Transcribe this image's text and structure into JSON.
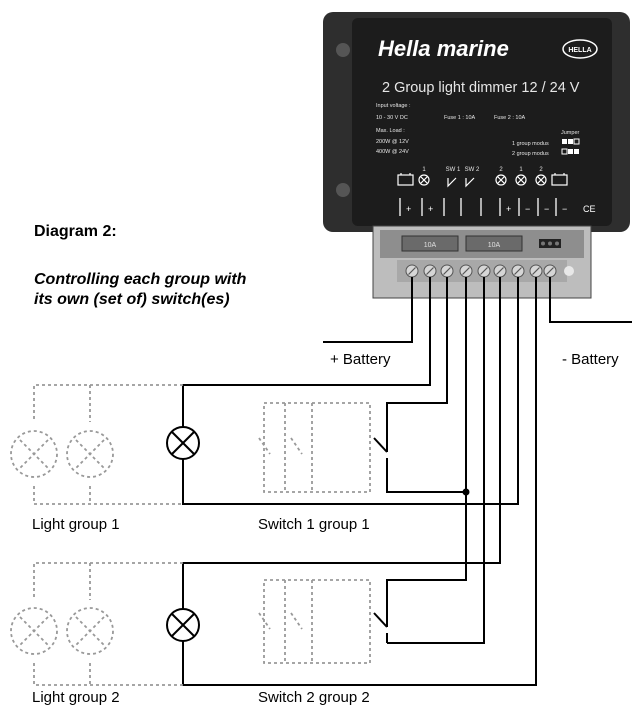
{
  "diagram": {
    "title": "Diagram 2:",
    "subtitle_line1": "Controlling each group with",
    "subtitle_line2": "its own (set of) switch(es)"
  },
  "device": {
    "brand": "Hella marine",
    "brand_logo": "HELLA",
    "model": "2 Group light dimmer 12 / 24 V",
    "input_voltage_label": "Input voltage :",
    "input_voltage_value": "10 - 30 V DC",
    "fuse1": "Fuse 1 : 10A",
    "fuse2": "Fuse 2 : 10A",
    "max_load_label": "Max. Load :",
    "load_12v": "200W @ 12V",
    "load_24v": "400W @ 24V",
    "jumper_label": "Jumper",
    "group1_modus": "1 group modus",
    "group2_modus": "2 group modus",
    "term_sw1": "SW 1",
    "term_sw2": "SW 2",
    "term_1a": "1",
    "term_2": "2",
    "term_1b": "1",
    "term_2b": "2",
    "plus": "+",
    "minus": "−",
    "ce": "CE",
    "fuse_slot1": "10A",
    "fuse_slot2": "10A"
  },
  "labels": {
    "plus_battery": "+ Battery",
    "minus_battery": "- Battery",
    "light_group_1": "Light group 1",
    "switch_group_1": "Switch 1 group 1",
    "light_group_2": "Light group 2",
    "switch_group_2": "Switch 2 group 2"
  },
  "colors": {
    "device_body": "#2b2b2b",
    "device_face": "#1a1a1a",
    "terminal_block": "#9a9a9a",
    "wire": "#000000",
    "ghost": "#999999"
  }
}
